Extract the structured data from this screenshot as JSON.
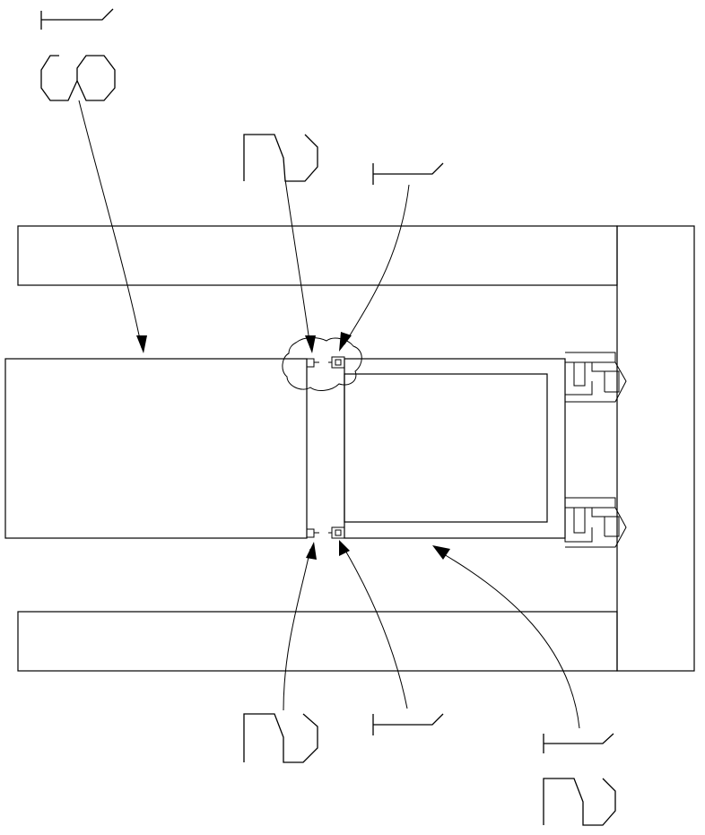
{
  "labels": {
    "top_main": "13",
    "top_left_small": "2",
    "top_right_small": "1",
    "bottom_left_small": "2",
    "bottom_right_small": "1",
    "bottom_main": "12"
  },
  "colors": {
    "stroke": "#000000",
    "background": "#ffffff"
  }
}
